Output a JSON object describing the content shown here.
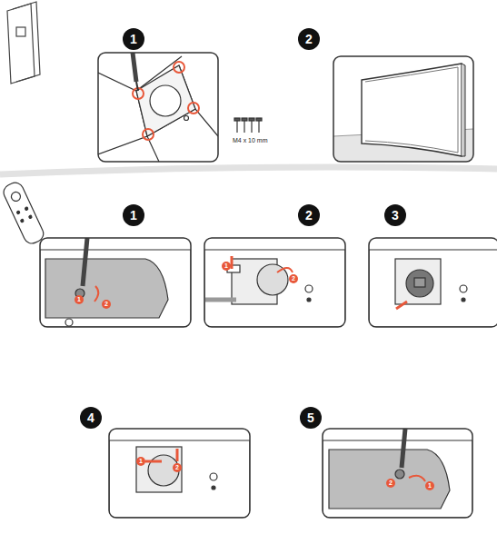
{
  "diagram": {
    "labels": [
      "1",
      "2",
      "M4 x 10 mm",
      "1",
      "2",
      "3",
      "4",
      "5",
      "1",
      "2",
      "1",
      "2",
      "1",
      "2",
      "2",
      "1"
    ]
  }
}
